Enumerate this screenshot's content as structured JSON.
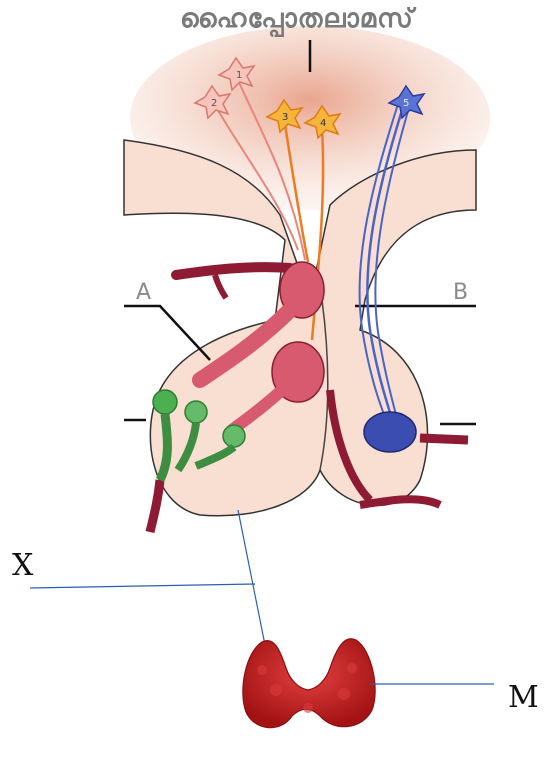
{
  "title": "ഹൈപ്പോതലാമസ്",
  "labels": {
    "x": "X",
    "m": "M",
    "a": "A",
    "b": "B"
  },
  "neurons": [
    "1",
    "2",
    "3",
    "4",
    "5"
  ],
  "colors": {
    "tissue": "#f6d9c8",
    "hypothalamus": "#eeb7a2",
    "vessel": "#8e1b33",
    "neuron_pink": "#f2b6b0",
    "neuron_orange": "#f5a623",
    "neuron_blue": "#4a63c9",
    "gland_green": "#4caf50",
    "thyroid": "#c91f1f",
    "pointer": "#2a5fb0"
  }
}
